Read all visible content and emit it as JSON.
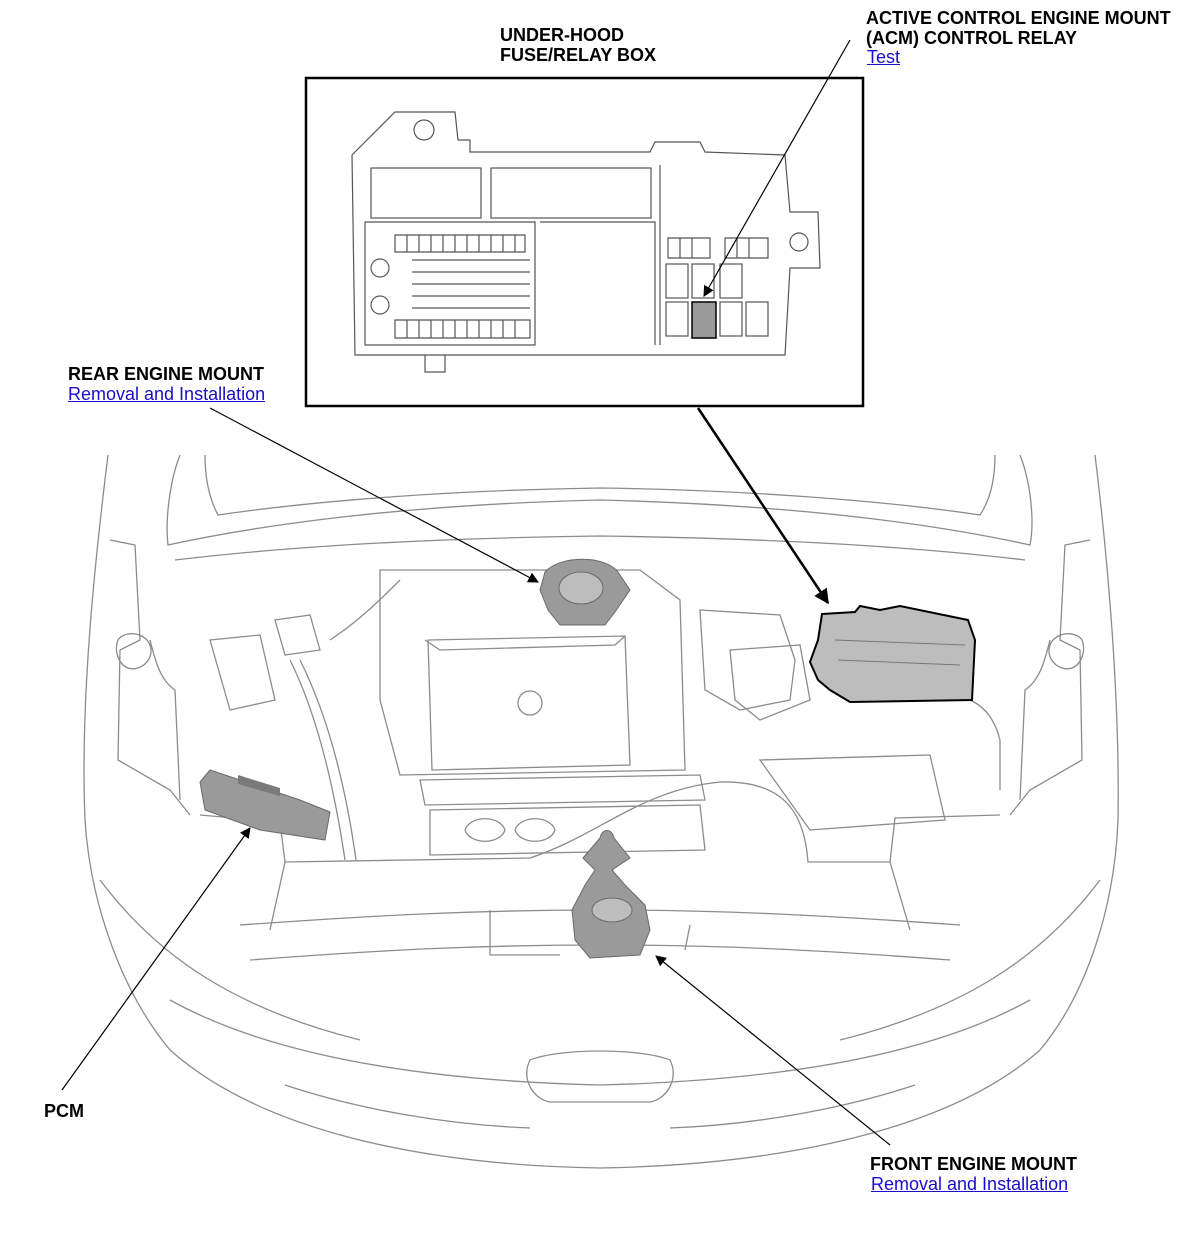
{
  "labels": {
    "fuse_box_title": "UNDER-HOOD\nFUSE/RELAY BOX",
    "acm_relay_title": "ACTIVE CONTROL ENGINE MOUNT\n(ACM) CONTROL RELAY",
    "acm_relay_link": "Test",
    "rear_mount_title": "REAR ENGINE MOUNT",
    "rear_mount_link": "Removal and Installation",
    "pcm_title": "PCM",
    "front_mount_title": "FRONT ENGINE MOUNT",
    "front_mount_link": "Removal and Installation"
  },
  "colors": {
    "link": "#1a0dcc",
    "line": "#000000",
    "component_fill": "#9a9a9a",
    "sketch": "#8c8c8c"
  },
  "icons": {
    "relay": "relay-highlight-icon",
    "pcm": "pcm-module-icon",
    "rear_mount": "rear-engine-mount-icon",
    "front_mount": "front-engine-mount-icon",
    "fuse_box": "fuse-relay-box-icon"
  }
}
